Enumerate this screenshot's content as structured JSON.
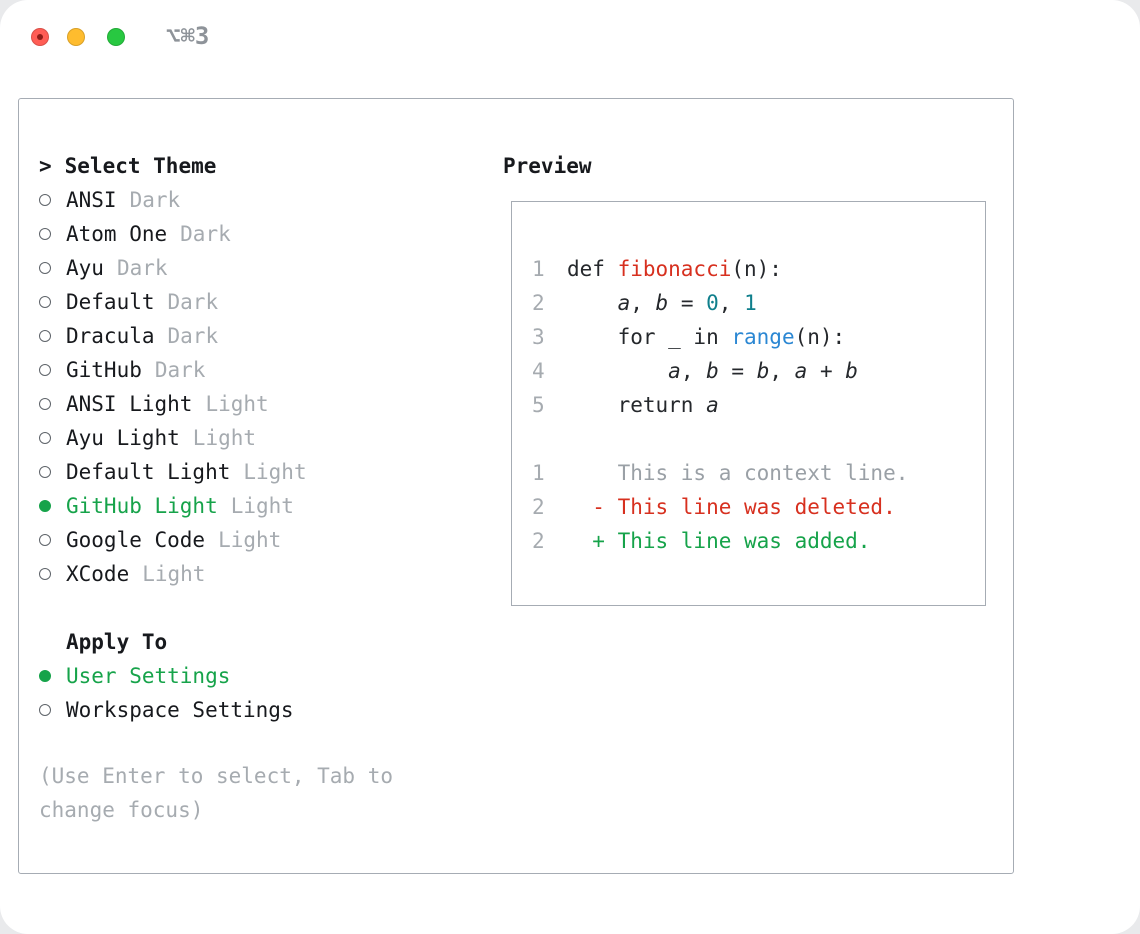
{
  "colors": {
    "green": "#16a34a",
    "red": "#d7301f",
    "teal": "#0f7f8c",
    "blue": "#2b87d3",
    "muted": "#a6abb0",
    "text": "#17191d"
  },
  "titlebar": {
    "shortcut": "⌥⌘3"
  },
  "picker": {
    "prompt": ">",
    "title": "Select Theme",
    "themes": [
      {
        "name": "ANSI",
        "variant": "Dark",
        "selected": false
      },
      {
        "name": "Atom One",
        "variant": "Dark",
        "selected": false
      },
      {
        "name": "Ayu",
        "variant": "Dark",
        "selected": false
      },
      {
        "name": "Default",
        "variant": "Dark",
        "selected": false
      },
      {
        "name": "Dracula",
        "variant": "Dark",
        "selected": false
      },
      {
        "name": "GitHub",
        "variant": "Dark",
        "selected": false
      },
      {
        "name": "ANSI Light",
        "variant": "Light",
        "selected": false
      },
      {
        "name": "Ayu Light",
        "variant": "Light",
        "selected": false
      },
      {
        "name": "Default Light",
        "variant": "Light",
        "selected": false
      },
      {
        "name": "GitHub Light",
        "variant": "Light",
        "selected": true
      },
      {
        "name": "Google Code",
        "variant": "Light",
        "selected": false
      },
      {
        "name": "XCode",
        "variant": "Light",
        "selected": false
      }
    ],
    "apply_to": {
      "title": "Apply To",
      "options": [
        {
          "label": "User Settings",
          "selected": true
        },
        {
          "label": "Workspace Settings",
          "selected": false
        }
      ]
    },
    "hint_lines": [
      "(Use Enter to select, Tab to",
      "change focus)"
    ]
  },
  "preview": {
    "title": "Preview",
    "code_lines": [
      {
        "num": "1",
        "tokens": [
          {
            "t": "def ",
            "s": "plain"
          },
          {
            "t": "fibonacci",
            "s": "func"
          },
          {
            "t": "(n):",
            "s": "plain"
          }
        ]
      },
      {
        "num": "2",
        "tokens": [
          {
            "t": "    ",
            "s": "plain"
          },
          {
            "t": "a",
            "s": "var"
          },
          {
            "t": ", ",
            "s": "plain"
          },
          {
            "t": "b",
            "s": "var"
          },
          {
            "t": " = ",
            "s": "plain"
          },
          {
            "t": "0",
            "s": "num"
          },
          {
            "t": ", ",
            "s": "plain"
          },
          {
            "t": "1",
            "s": "num"
          }
        ]
      },
      {
        "num": "3",
        "tokens": [
          {
            "t": "    for _ in ",
            "s": "plain"
          },
          {
            "t": "range",
            "s": "builtin"
          },
          {
            "t": "(n):",
            "s": "plain"
          }
        ]
      },
      {
        "num": "4",
        "tokens": [
          {
            "t": "        ",
            "s": "plain"
          },
          {
            "t": "a",
            "s": "var"
          },
          {
            "t": ", ",
            "s": "plain"
          },
          {
            "t": "b",
            "s": "var"
          },
          {
            "t": " = ",
            "s": "plain"
          },
          {
            "t": "b",
            "s": "var"
          },
          {
            "t": ", ",
            "s": "plain"
          },
          {
            "t": "a",
            "s": "var"
          },
          {
            "t": " + ",
            "s": "plain"
          },
          {
            "t": "b",
            "s": "var"
          }
        ]
      },
      {
        "num": "5",
        "tokens": [
          {
            "t": "    return ",
            "s": "plain"
          },
          {
            "t": "a",
            "s": "var"
          }
        ]
      }
    ],
    "diff_lines": [
      {
        "num": "1",
        "text": "    This is a context line.",
        "kind": "context"
      },
      {
        "num": "2",
        "text": "  - This line was deleted.",
        "kind": "deleted"
      },
      {
        "num": "2",
        "text": "  + This line was added.",
        "kind": "added"
      }
    ]
  }
}
